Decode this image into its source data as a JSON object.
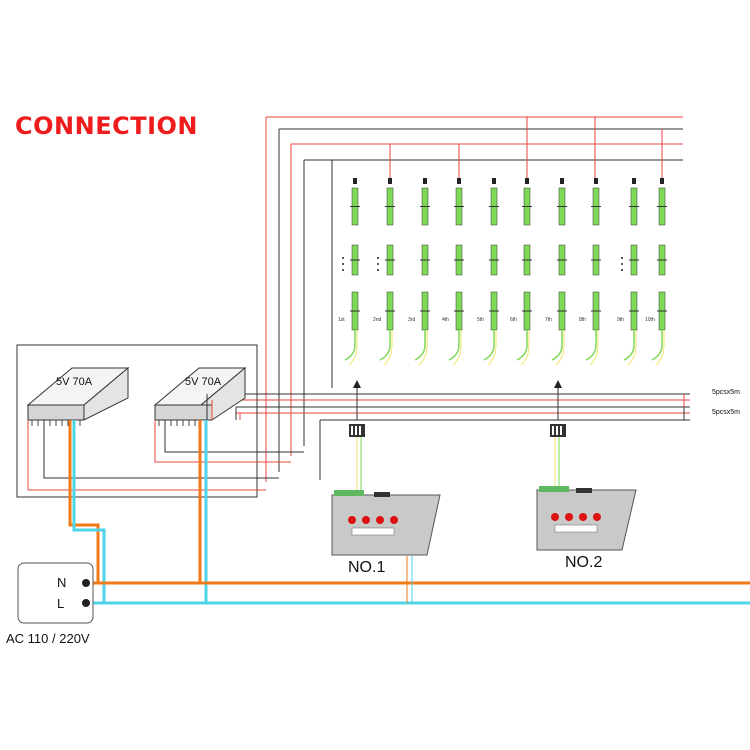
{
  "title": "CONNECTION",
  "power_supplies": [
    {
      "label": "5V 70A"
    },
    {
      "label": "5V 70A"
    }
  ],
  "ac_input": {
    "n_label": "N",
    "l_label": "L",
    "voltage_label": "AC 110 / 220V"
  },
  "controllers": [
    {
      "name": "NO.1"
    },
    {
      "name": "NO.2"
    }
  ],
  "right_labels": [
    "5pcsx5m",
    "5pcsx5m"
  ],
  "segment_labels": [
    "1st",
    "2nd",
    "3rd",
    "4th",
    "5th",
    "6th",
    "7th",
    "8th",
    "9th",
    "10th"
  ],
  "colors": {
    "title": "#ee1c1c",
    "live": "#4fd3e6",
    "neutral": "#f07a18",
    "power_pos": "#e8463c",
    "ground": "#333333",
    "strip": "#7ed957",
    "data": "#f2e36b"
  }
}
